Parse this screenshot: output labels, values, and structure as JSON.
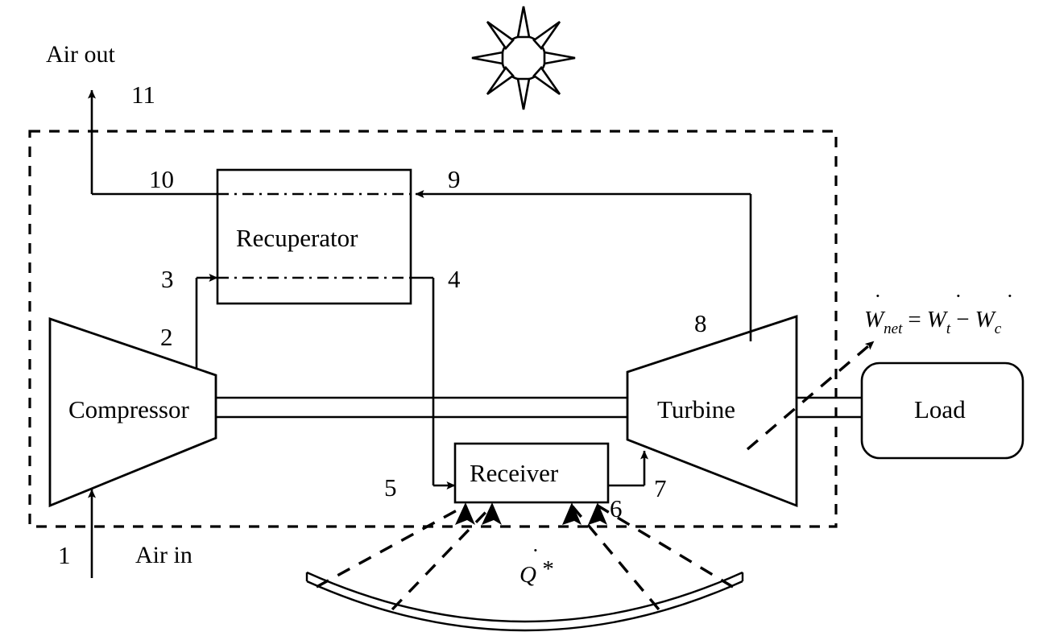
{
  "figure": {
    "title": "Solar recuperated gas turbine (Brayton) cycle schematic",
    "type": "process-flow-diagram"
  },
  "components": {
    "compressor": {
      "label": "Compressor"
    },
    "recuperator": {
      "label": "Recuperator"
    },
    "receiver": {
      "label": "Receiver"
    },
    "turbine": {
      "label": "Turbine"
    },
    "load": {
      "label": "Load"
    },
    "sun": {
      "icon": "sun-icon"
    },
    "concentrator": {
      "icon": "parabolic-dish-icon"
    }
  },
  "inlets": {
    "air_in": "Air in",
    "air_out": "Air out"
  },
  "state_points": {
    "p1": "1",
    "p2": "2",
    "p3": "3",
    "p4": "4",
    "p5": "5",
    "p6": "6",
    "p7": "7",
    "p8": "8",
    "p9": "9",
    "p10": "10",
    "p11": "11"
  },
  "annotations": {
    "heat_input": {
      "symbol": "Q",
      "dot": "˙",
      "star": "*"
    },
    "net_work": {
      "full": "Wnet = Wt - Wc",
      "w": "W",
      "sub_net": "net",
      "equals": "=",
      "sub_t": "t",
      "minus": "−",
      "sub_c": "c",
      "dot": "˙"
    }
  },
  "colors": {
    "line": "#000000",
    "background": "#ffffff"
  }
}
